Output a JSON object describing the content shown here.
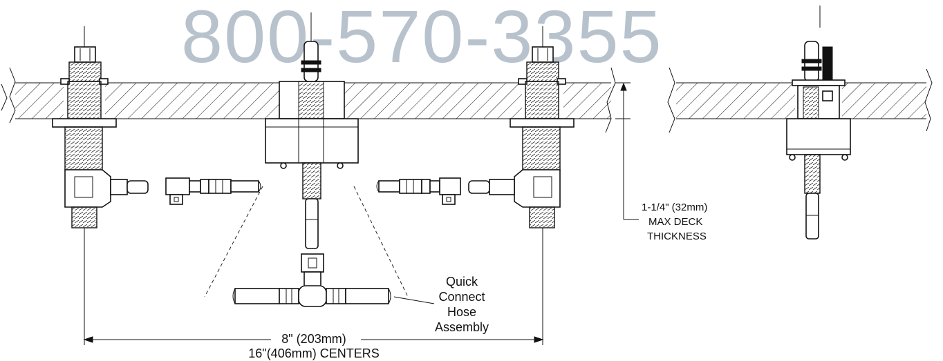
{
  "watermark": {
    "phone": "800-570-3355",
    "color": "#b7c2cd"
  },
  "labels": {
    "deck_dim_1": "1-1/4\" (32mm)",
    "deck_dim_2": "MAX DECK",
    "deck_dim_3": "THICKNESS",
    "hose_1": "Quick",
    "hose_2": "Connect",
    "hose_3": "Hose",
    "hose_4": "Assembly",
    "centers_1": "8\" (203mm)",
    "centers_2": "16\"(406mm) CENTERS"
  }
}
